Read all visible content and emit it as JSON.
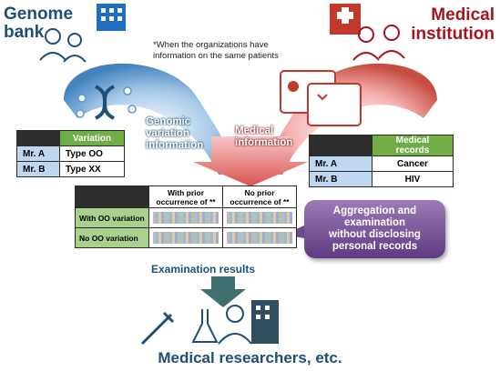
{
  "genome_bank": {
    "line1": "Genome",
    "line2": "bank"
  },
  "medical_institution": {
    "line1": "Medical",
    "line2": "institution"
  },
  "note": "*When the organizations have information on the same patients",
  "arc_labels": {
    "genomic": [
      "Genomic",
      "variation",
      "information"
    ],
    "medical": [
      "Medical",
      "information"
    ]
  },
  "variation_table": {
    "header": "Variation",
    "rows": [
      {
        "name": "Mr. A",
        "value": "Type OO"
      },
      {
        "name": "Mr. B",
        "value": "Type XX"
      }
    ]
  },
  "medical_table": {
    "header": "Medical records",
    "rows": [
      {
        "name": "Mr. A",
        "value": "Cancer"
      },
      {
        "name": "Mr. B",
        "value": "HIV"
      }
    ]
  },
  "exam_table": {
    "col1": "With prior occurrence of **",
    "col2": "No prior occurrence of **",
    "row1": "With OO variation",
    "row2": "No OO variation"
  },
  "aggregation_box": [
    "Aggregation and",
    "examination",
    "without disclosing",
    "personal records"
  ],
  "examination_results": "Examination results",
  "medical_researchers": "Medical researchers, etc.",
  "colors": {
    "genome_blue": "#1f4e79",
    "medical_red": "#a3151f",
    "table_green": "#70ad47",
    "purple": "#6b4a8e"
  }
}
